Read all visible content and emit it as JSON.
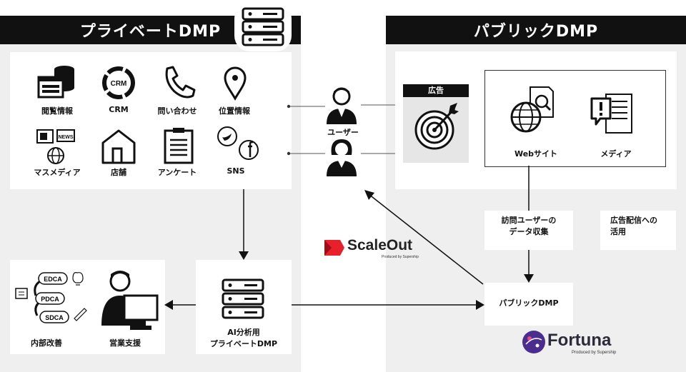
{
  "private_dmp": {
    "title": "プライベートDMP",
    "sources": [
      {
        "label": "閲覧情報"
      },
      {
        "label": "CRM"
      },
      {
        "label": "問い合わせ"
      },
      {
        "label": "位置情報"
      },
      {
        "label": "マスメディア"
      },
      {
        "label": "店舗"
      },
      {
        "label": "アンケート"
      },
      {
        "label": "SNS"
      }
    ],
    "crm_icon_text": "CRM",
    "news_icon_text": "NEWS",
    "outputs": [
      {
        "label": "内部改善"
      },
      {
        "label": "営業支援"
      }
    ],
    "pdca": [
      "EDCA",
      "PDCA",
      "SDCA"
    ],
    "ai_box": {
      "line1": "AI分析用",
      "line2": "プライベートDMP"
    }
  },
  "users": {
    "label": "ユーザー"
  },
  "public_dmp": {
    "title": "パブリックDMP",
    "ad": {
      "label": "広告"
    },
    "web": {
      "label": "Webサイト"
    },
    "media": {
      "label": "メディア"
    },
    "collect": {
      "line1": "訪問ユーザーの",
      "line2": "データ収集"
    },
    "delivery": {
      "line1": "広告配信への",
      "line2": "活用"
    },
    "box": {
      "label": "パブリックDMP"
    }
  },
  "brands": {
    "scaleout": {
      "name": "ScaleOut",
      "sub": "Produced by Supership"
    },
    "fortuna": {
      "name": "Fortuna",
      "sub": "Produced by Supership"
    }
  },
  "colors": {
    "panel": "#efefef",
    "header": "#111111",
    "scaleout_red": "#e8202a",
    "fortuna_purple": "#4b2d8f"
  }
}
